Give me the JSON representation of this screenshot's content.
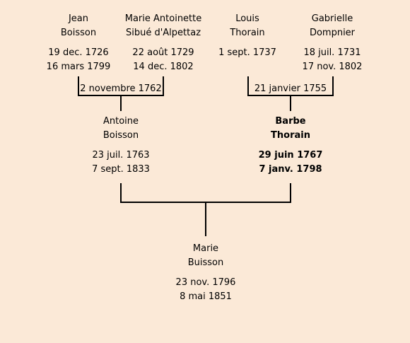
{
  "tree": {
    "grandparents_paternal": {
      "father": {
        "first_name": "Jean",
        "last_name": "Boisson",
        "birth": "19 dec. 1726",
        "death": "16 mars 1799"
      },
      "mother": {
        "first_name": "Marie Antoinette",
        "last_name": "Sibué d'Alpettaz",
        "birth": "22 août 1729",
        "death": "14 dec. 1802"
      },
      "marriage_date": "2 novembre 1762"
    },
    "grandparents_maternal": {
      "father": {
        "first_name": "Louis",
        "last_name": "Thorain",
        "birth": "1 sept. 1737",
        "death": ""
      },
      "mother": {
        "first_name": "Gabrielle",
        "last_name": "Dompnier",
        "birth": "18 juil. 1731",
        "death": "17 nov. 1802"
      },
      "marriage_date": "21 janvier 1755"
    },
    "parents": {
      "father": {
        "first_name": "Antoine",
        "last_name": "Boisson",
        "birth": "23 juil. 1763",
        "death": "7 sept. 1833"
      },
      "mother": {
        "first_name": "Barbe",
        "last_name": "Thorain",
        "birth": "29 juin 1767",
        "death": "7 janv. 1798"
      }
    },
    "child": {
      "first_name": "Marie",
      "last_name": "Buisson",
      "birth": "23 nov. 1796",
      "death": "8 mai 1851"
    }
  },
  "colors": {
    "background": "#fbe9d7",
    "line": "#000000"
  }
}
